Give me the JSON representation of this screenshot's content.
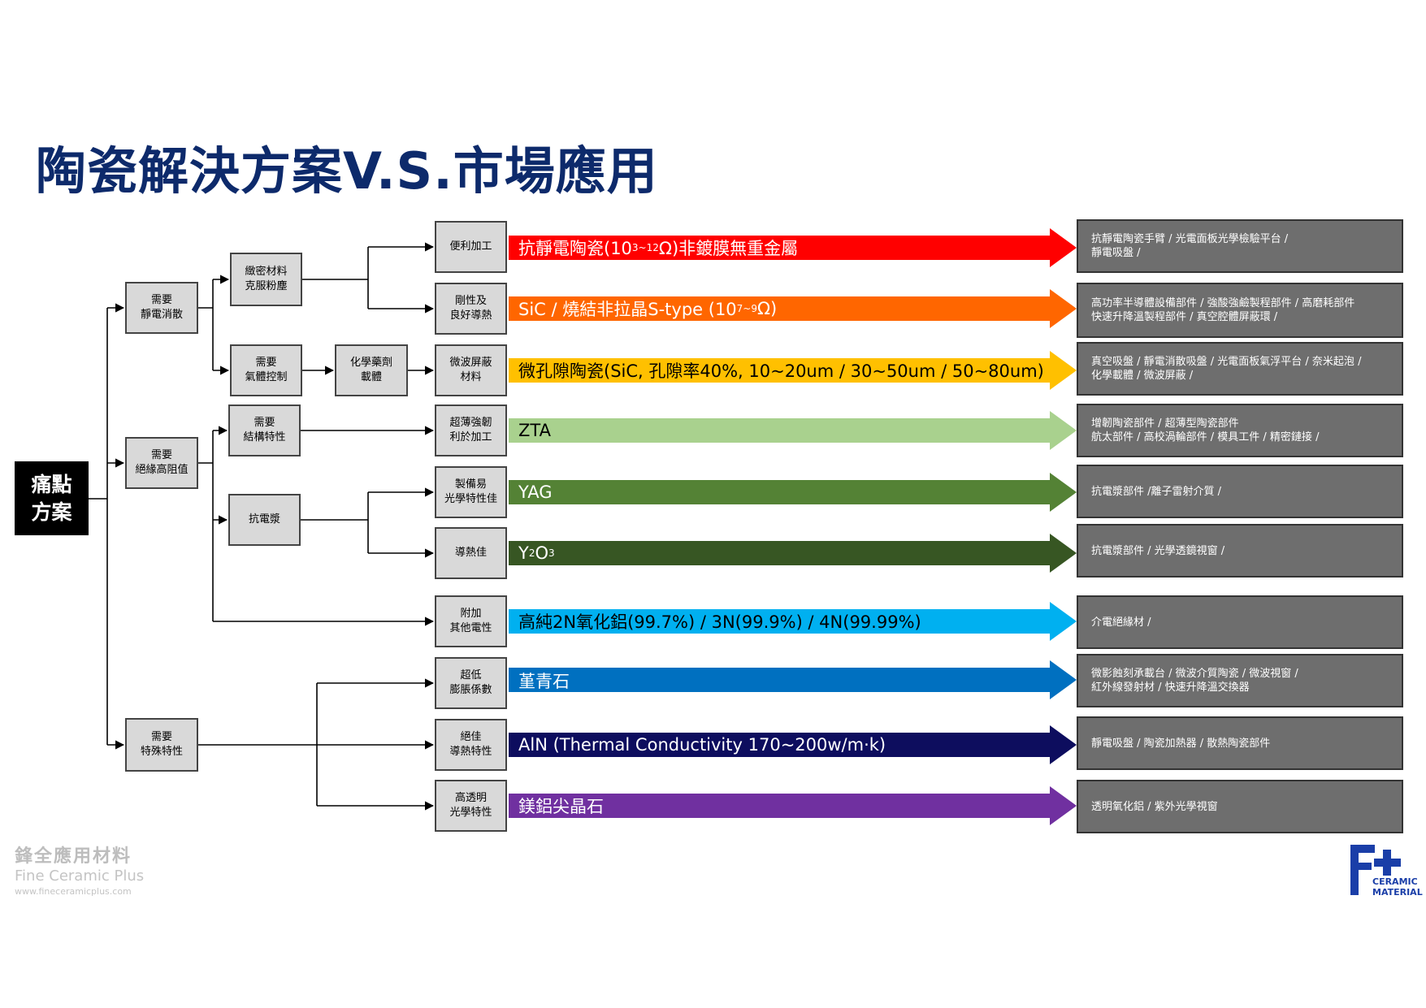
{
  "title": "陶瓷解決方案V.S.市場應用",
  "root": "痛點\n方案",
  "needs": {
    "static": "需要\n靜電消散",
    "insulation": "需要\n絕緣高阻值",
    "special": "需要\n特殊特性"
  },
  "mid": {
    "dense": "緻密材料\n克服粉塵",
    "gas": "需要\n氣體控制",
    "chem": "化學藥劑\n載體",
    "struct": "需要\n結構特性",
    "plasma": "抗電漿"
  },
  "features": [
    "便利加工",
    "剛性及\n良好導熱",
    "微波屏蔽\n材料",
    "超薄強韌\n利於加工",
    "製備易\n光學特性佳",
    "導熱佳",
    "附加\n其他電性",
    "超低\n膨脹係數",
    "絕佳\n導熱特性",
    "高透明\n光學特性"
  ],
  "materials": [
    {
      "pre": "抗靜電陶瓷(10",
      "sup": "3~12",
      "post": "Ω)非鍍膜無重金屬",
      "color": "#ff0000"
    },
    {
      "pre": "SiC / 燒結非拉晶S-type (10",
      "sup": "7~9",
      "post": "Ω)",
      "color": "#ff6600"
    },
    {
      "pre": "微孔隙陶瓷(SiC, 孔隙率40%, 10~20um / 30~50um / 50~80um)",
      "color": "#ffc000"
    },
    {
      "pre": "ZTA",
      "color": "#a9d18e"
    },
    {
      "pre": "YAG",
      "color": "#548235"
    },
    {
      "pre": "Y",
      "sub1": "2",
      "mid": "O",
      "sub2": "3",
      "color": "#375623"
    },
    {
      "pre": "高純2N氧化鋁(99.7%) / 3N(99.9%) / 4N(99.99%)",
      "color": "#00b0f0"
    },
    {
      "pre": "堇青石",
      "color": "#0070c0"
    },
    {
      "pre": "AlN (Thermal Conductivity 170~200w/m·k)",
      "color": "#0d0d5e"
    },
    {
      "pre": "鎂鋁尖晶石",
      "color": "#7030a0"
    }
  ],
  "applications": [
    "抗靜電陶瓷手臂 / 光電面板光學檢驗平台 /\n靜電吸盤 /",
    "高功率半導體設備部件 / 強酸強鹼製程部件 / 高磨耗部件\n快速升降溫製程部件 / 真空腔體屏蔽環 /",
    "真空吸盤 / 靜電消散吸盤 / 光電面板氣浮平台 / 奈米起泡 /\n化學載體 / 微波屏蔽 /",
    "增韌陶瓷部件 / 超薄型陶瓷部件\n航太部件 / 高校渦輪部件 / 模具工件 / 精密鏈接 /",
    "抗電漿部件 /離子雷射介質 /",
    "抗電漿部件 / 光學透鏡視窗 /",
    "介電絕緣材 /",
    "微影蝕刻承載台 / 微波介質陶瓷 / 微波視窗 /\n紅外線發射材 / 快速升降溫交換器",
    "靜電吸盤 / 陶瓷加熱器 / 散熱陶瓷部件",
    "透明氧化鋁 / 紫外光學視窗"
  ],
  "watermark": {
    "name": "鋒全應用材料",
    "en": "Fine Ceramic Plus",
    "url": "www.fineceramicplus.com"
  },
  "logo": {
    "line1": "CERAMIC",
    "line2": "MATERIAL",
    "color": "#1a3ea8"
  }
}
